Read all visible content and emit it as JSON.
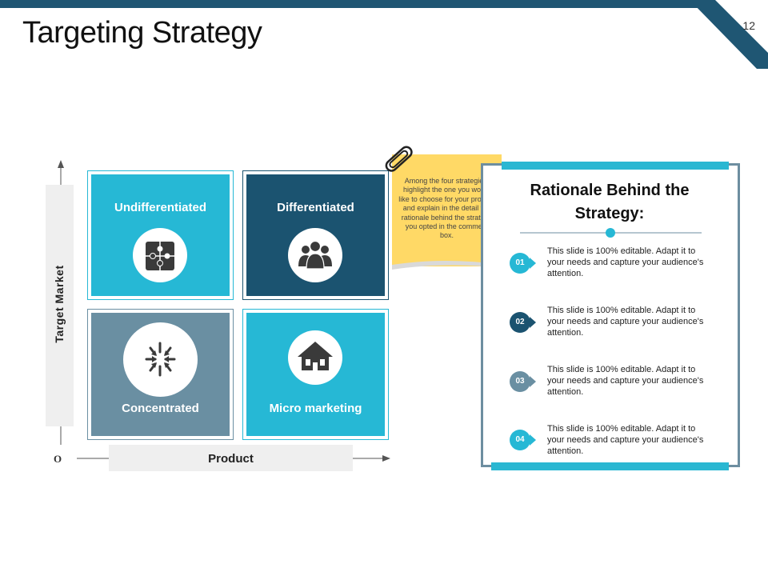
{
  "slide": {
    "title": "Targeting Strategy",
    "number": "12"
  },
  "matrix": {
    "tiles": [
      {
        "label": "Undifferentiated",
        "icon": "puzzle-icon"
      },
      {
        "label": "Differentiated",
        "icon": "people-group-icon"
      },
      {
        "label": "Concentrated",
        "icon": "converging-arrows-icon"
      },
      {
        "label": "Micro marketing",
        "icon": "house-icon"
      }
    ],
    "y_axis_label": "Target Market",
    "x_axis_label": "Product",
    "origin_label": "O"
  },
  "note": {
    "text": "Among the four strategies, highlight the one you would like to choose for your product and explain in the detail the rationale behind the strategy you opted in the comment box."
  },
  "panel": {
    "title": "Rationale Behind the Strategy:",
    "items": [
      {
        "num": "01",
        "text": "This slide is 100% editable. Adapt it to your needs and capture your audience's attention."
      },
      {
        "num": "02",
        "text": "This slide is 100% editable. Adapt it to your needs and capture your audience's attention."
      },
      {
        "num": "03",
        "text": "This slide is 100% editable. Adapt it to your needs and capture your audience's attention."
      },
      {
        "num": "04",
        "text": "This slide is 100% editable. Adapt it to your needs and capture your audience's attention."
      }
    ]
  },
  "colors": {
    "teal": "#26b8d5",
    "navy": "#1b5370",
    "slate": "#6a8fa2",
    "note_yellow": "#ffd966",
    "panel_border": "#6d8ea0"
  }
}
